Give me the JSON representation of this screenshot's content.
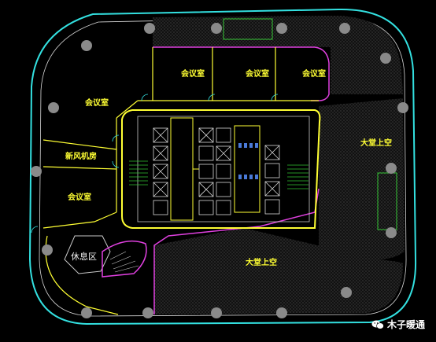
{
  "labels": {
    "meeting_room_1": "会议室",
    "meeting_room_2": "会议室",
    "meeting_room_3": "会议室",
    "meeting_room_west": "会议室",
    "fresh_air_room": "新风机房",
    "meeting_room_sw": "会议室",
    "lounge": "休息区",
    "lobby_void_east": "大堂上空",
    "lobby_void_south": "大堂上空"
  },
  "watermark": {
    "text": "木子暖通"
  },
  "colors": {
    "background": "#000000",
    "perimeter": "#33e0e0",
    "walls": "#ffff33",
    "core": "#c8c8c8",
    "partition": "#e040e0",
    "hatch": "#3a3a3a",
    "columns": "#8a8a8a",
    "green": "#30c030"
  }
}
